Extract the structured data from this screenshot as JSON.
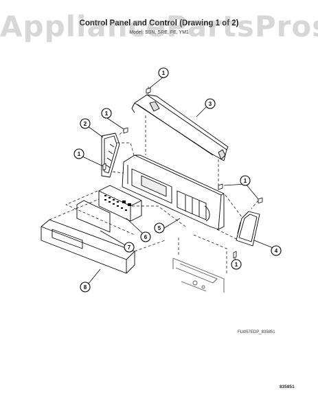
{
  "watermark": "AppliancePartsPros.com",
  "title": "Control Panel and Control (Drawing 1 of 2)",
  "model": "Model: SSN, SRE, FE, YM1",
  "figure_code": "FLW57EDP_835851",
  "page_code": "835851",
  "callouts": [
    {
      "label": "1"
    },
    {
      "label": "3"
    },
    {
      "label": "1"
    },
    {
      "label": "2"
    },
    {
      "label": "1"
    },
    {
      "label": "1"
    },
    {
      "label": "4"
    },
    {
      "label": "1"
    },
    {
      "label": "5"
    },
    {
      "label": "6"
    },
    {
      "label": "7"
    },
    {
      "label": "8"
    }
  ]
}
